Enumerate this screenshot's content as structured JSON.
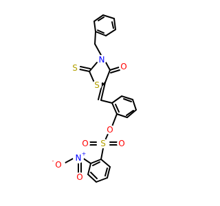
{
  "colors": {
    "background": "#ffffff",
    "bond": "#000000",
    "sulfur": "#b3a100",
    "oxygen": "#ff0000",
    "nitrogen": "#0000ff"
  },
  "atoms": {
    "s_thione": "S",
    "n_ring": "N",
    "s_ring": "S",
    "o_carbonyl": "O",
    "o_ester": "O",
    "s_sulfonyl": "S",
    "o_sulfonyl_left": "O",
    "o_sulfonyl_right": "O",
    "o_nitro_minus": "O",
    "o_nitro_minus_charge": "-",
    "n_nitro": "N",
    "n_nitro_charge": "+",
    "o_nitro_double": "O"
  }
}
